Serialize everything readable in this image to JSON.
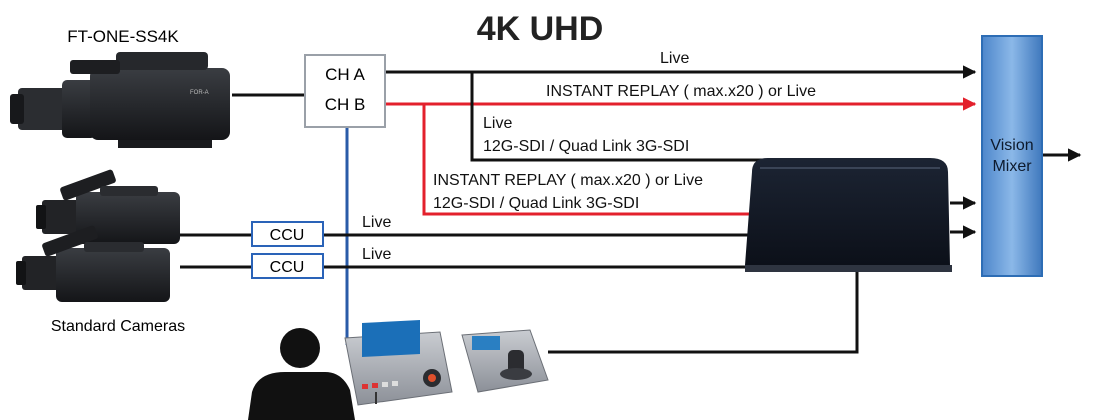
{
  "title": "4K UHD",
  "camera_main_label": "FT-ONE-SS4K",
  "camera_main_brand": "FOR-A",
  "standard_cameras_label": "Standard Cameras",
  "channels": {
    "a": "CH A",
    "b": "CH B"
  },
  "ccu": [
    "CCU",
    "CCU"
  ],
  "vision_mixer": [
    "Vision",
    "Mixer"
  ],
  "signals": {
    "live_top": "Live",
    "replay_top": "INSTANT REPLAY ( max.x20 ) or Live",
    "live_mid": "Live",
    "sdi_mid": "12G-SDI / Quad Link 3G-SDI",
    "replay_mid": "INSTANT REPLAY ( max.x20 ) or Live",
    "sdi_replay": "12G-SDI / Quad Link 3G-SDI",
    "ccu_live_1": "Live",
    "ccu_live_2": "Live"
  },
  "colors": {
    "black_line": "#111111",
    "red_line": "#e3202c",
    "blue_line": "#2a5ba8",
    "ccu_border": "#2a63b8",
    "mixer_fill": "#5b95d6",
    "mixer_border": "#2d6db5"
  },
  "icons": [
    "camera-icon",
    "person-icon",
    "replay-controller-icon",
    "joystick-controller-icon",
    "server-icon"
  ]
}
